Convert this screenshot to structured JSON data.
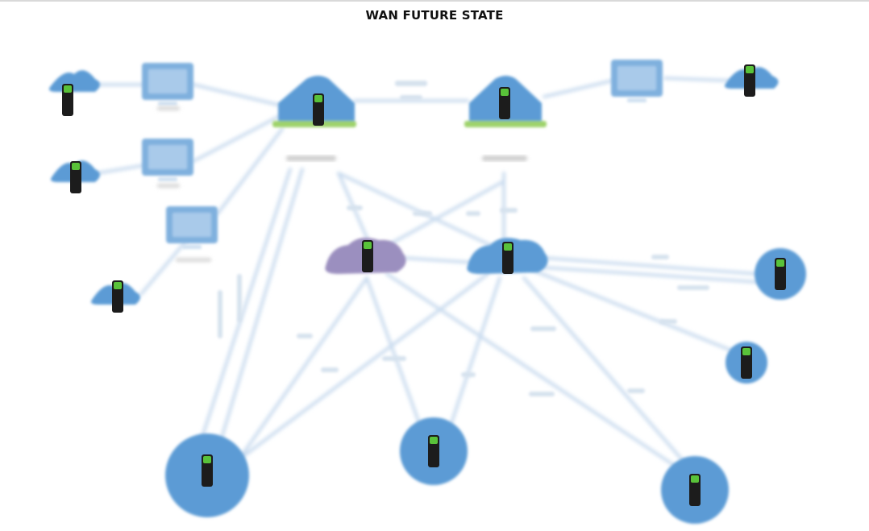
{
  "title": "WAN FUTURE STATE",
  "colors": {
    "node_blue": "#5b9bd5",
    "node_purple": "#9b8fbf",
    "link": "#c9dbee",
    "device_body": "#1c1c1c",
    "device_led": "#59c23a",
    "site_ground": "#9ed36a"
  },
  "nodes": [
    {
      "id": "cloud-tl-1",
      "kind": "cloud",
      "icon": "router-icon"
    },
    {
      "id": "cloud-tl-2",
      "kind": "cloud",
      "icon": "router-icon"
    },
    {
      "id": "cloud-tl-3",
      "kind": "cloud",
      "icon": "router-icon"
    },
    {
      "id": "monitor-1",
      "kind": "monitor",
      "icon": "monitor-icon"
    },
    {
      "id": "monitor-2",
      "kind": "monitor",
      "icon": "monitor-icon"
    },
    {
      "id": "monitor-3",
      "kind": "monitor",
      "icon": "monitor-icon"
    },
    {
      "id": "site-1",
      "kind": "site",
      "icon": "datacenter-icon"
    },
    {
      "id": "site-2",
      "kind": "site",
      "icon": "datacenter-icon"
    },
    {
      "id": "monitor-4",
      "kind": "monitor",
      "icon": "monitor-icon"
    },
    {
      "id": "cloud-tr",
      "kind": "cloud",
      "icon": "router-icon"
    },
    {
      "id": "cloud-purple",
      "kind": "cloud",
      "icon": "router-icon"
    },
    {
      "id": "cloud-blue-mid",
      "kind": "cloud",
      "icon": "router-icon"
    },
    {
      "id": "circle-r1",
      "kind": "circle",
      "icon": "router-icon"
    },
    {
      "id": "circle-r2",
      "kind": "circle",
      "icon": "router-icon"
    },
    {
      "id": "circle-b1",
      "kind": "circle",
      "icon": "router-icon"
    },
    {
      "id": "circle-b2",
      "kind": "circle",
      "icon": "router-icon"
    },
    {
      "id": "circle-b3",
      "kind": "circle",
      "icon": "router-icon"
    }
  ]
}
